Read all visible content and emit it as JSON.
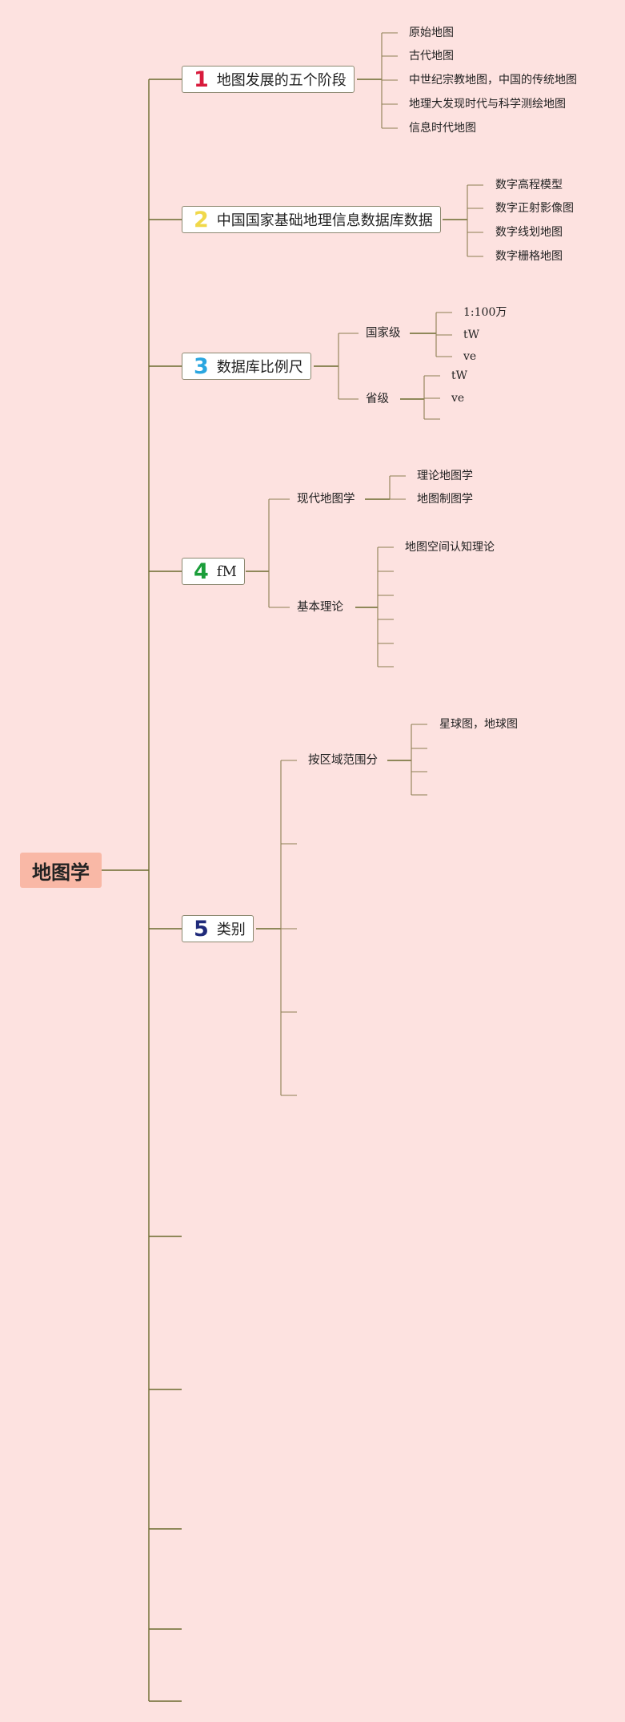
{
  "colors": {
    "background": "#fde2e0",
    "root_fill": "#f9b8a6",
    "branch_line": "#6b6b2e",
    "num1": "#d81b3c",
    "num2": "#f0d84a",
    "num3": "#2aa6e0",
    "num4": "#1b9e3a",
    "num5": "#1f2a7a"
  },
  "root": {
    "label": "地图学"
  },
  "topics": [
    {
      "num": "1",
      "label": "地图发展的五个阶段",
      "children": [
        "原始地图",
        "古代地图",
        "中世纪宗教地图，中国的传统地图",
        "地理大发现时代与科学测绘地图",
        "信息时代地图"
      ]
    },
    {
      "num": "2",
      "label": "中国国家基础地理信息数据库数据",
      "children": [
        "数字高程模型",
        "数字正射影像图",
        "数字线划地图",
        "数字栅格地图"
      ]
    },
    {
      "num": "3",
      "label": "数据库比例尺",
      "children": [
        {
          "label": "国家级",
          "children": [
            "1:100万",
            "tW",
            "ve"
          ]
        },
        {
          "label": "省级",
          "children": [
            "tW",
            "ve",
            ""
          ]
        }
      ]
    },
    {
      "num": "4",
      "label": "fM",
      "children": [
        {
          "label": "现代地图学",
          "children": [
            "理论地图学",
            "地图制图学"
          ]
        },
        {
          "label": "基本理论",
          "children": [
            "地图空间认知理论",
            "",
            "",
            "",
            "",
            ""
          ]
        }
      ]
    },
    {
      "num": "5",
      "label": "类别",
      "children": [
        {
          "label": "按区域范围分",
          "children": [
            "星球图，地球图",
            "",
            "",
            ""
          ]
        },
        {
          "label": ""
        },
        {
          "label": ""
        },
        {
          "label": ""
        },
        {
          "label": ""
        }
      ]
    }
  ]
}
